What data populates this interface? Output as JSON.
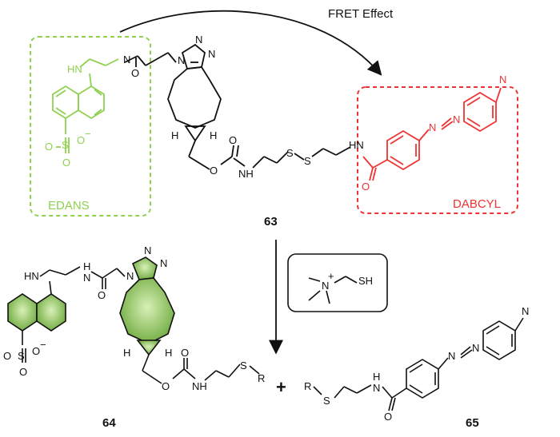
{
  "fret_label": "FRET Effect",
  "edans_label": "EDANS",
  "dabcyl_label": "DABCYL",
  "compounds": {
    "c63": "63",
    "c64": "64",
    "c65": "65"
  },
  "plus": "+",
  "atoms": {
    "H": "H",
    "N": "N",
    "O": "O",
    "S": "S",
    "R": "R",
    "NH": "NH",
    "HN": "HN",
    "SH": "SH",
    "minus": "−",
    "plus_charge": "+"
  },
  "colors": {
    "edans": "#8fd14f",
    "dabcyl": "#ee3333",
    "black": "#111111",
    "ring_fill": "#8bc34a"
  }
}
